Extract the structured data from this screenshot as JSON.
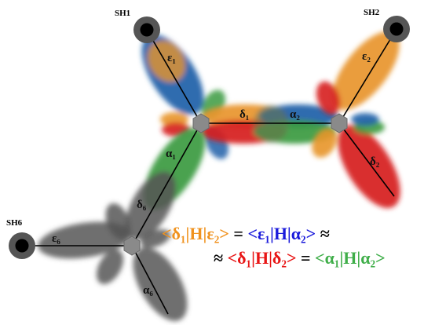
{
  "sites": {
    "sh1": "SH1",
    "sh2": "SH2",
    "sh6": "SH6"
  },
  "orbital_labels": {
    "eps1": "ε₁",
    "eps2": "ε₂",
    "eps6": "ε₆",
    "delta1": "δ₁",
    "delta2": "δ₂",
    "delta6": "δ₆",
    "alpha1": "α₁",
    "alpha2": "α₂",
    "alpha6": "α₆"
  },
  "equation": {
    "line1": {
      "term1": "<δ₁|H|ε₂>",
      "eq": " = ",
      "term2": "<ε₁|H|α₂>",
      "approx": " ≈"
    },
    "line2": {
      "approx": "≈ ",
      "term1": "<δ₁|H|δ₂>",
      "eq": " = ",
      "term2": "<α₁|H|α₂>"
    }
  },
  "colors": {
    "epsilon": "#1f5fa8",
    "delta": "#d62020",
    "alpha": "#3a9a3f",
    "orange": "#e8952a",
    "grey": "#555555",
    "eq_orange": "#f0921e",
    "eq_blue": "#1a1adb",
    "eq_red": "#e81515",
    "eq_green": "#3fae49"
  }
}
